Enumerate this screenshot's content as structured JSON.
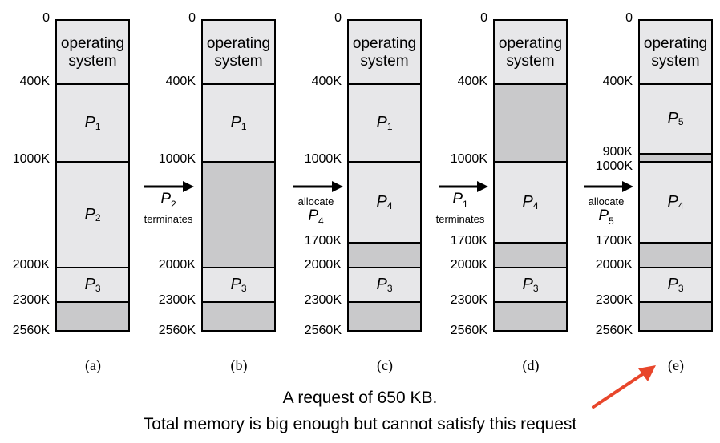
{
  "memory_diagram": {
    "zero_label": "0",
    "os_line1": "operating",
    "os_line2": "system",
    "columns": [
      {
        "caption": "(a)",
        "addresses": [
          "400K",
          "1000K",
          "2000K",
          "2300K",
          "2560K"
        ],
        "processes": [
          {
            "name": "P",
            "sub": "1"
          },
          {
            "name": "P",
            "sub": "2"
          },
          {
            "name": "P",
            "sub": "3"
          }
        ]
      },
      {
        "caption": "(b)",
        "addresses": [
          "400K",
          "1000K",
          "2000K",
          "2300K",
          "2560K"
        ],
        "processes": [
          {
            "name": "P",
            "sub": "1"
          },
          {
            "name": "P",
            "sub": "3"
          }
        ]
      },
      {
        "caption": "(c)",
        "addresses": [
          "400K",
          "1000K",
          "1700K",
          "2000K",
          "2300K",
          "2560K"
        ],
        "processes": [
          {
            "name": "P",
            "sub": "1"
          },
          {
            "name": "P",
            "sub": "4"
          },
          {
            "name": "P",
            "sub": "3"
          }
        ]
      },
      {
        "caption": "(d)",
        "addresses": [
          "400K",
          "1000K",
          "1700K",
          "2000K",
          "2300K",
          "2560K"
        ],
        "processes": [
          {
            "name": "P",
            "sub": "4"
          },
          {
            "name": "P",
            "sub": "3"
          }
        ]
      },
      {
        "caption": "(e)",
        "addresses": [
          "400K",
          "900K",
          "1000K",
          "1700K",
          "2000K",
          "2300K",
          "2560K"
        ],
        "processes": [
          {
            "name": "P",
            "sub": "5"
          },
          {
            "name": "P",
            "sub": "4"
          },
          {
            "name": "P",
            "sub": "3"
          }
        ]
      }
    ],
    "transitions": [
      {
        "top": "",
        "p": "P",
        "sub": "2",
        "bottom": "terminates"
      },
      {
        "top": "allocate",
        "p": "P",
        "sub": "4",
        "bottom": ""
      },
      {
        "top": "",
        "p": "P",
        "sub": "1",
        "bottom": "terminates"
      },
      {
        "top": "allocate",
        "p": "P",
        "sub": "5",
        "bottom": ""
      }
    ]
  },
  "footer": {
    "line1": "A request of 650 KB.",
    "line2": "Total memory is big enough but cannot satisfy this request"
  },
  "colors": {
    "process": "#e7e7e9",
    "hole": "#c9c9cb",
    "annotation_arrow": "#e8462b"
  }
}
